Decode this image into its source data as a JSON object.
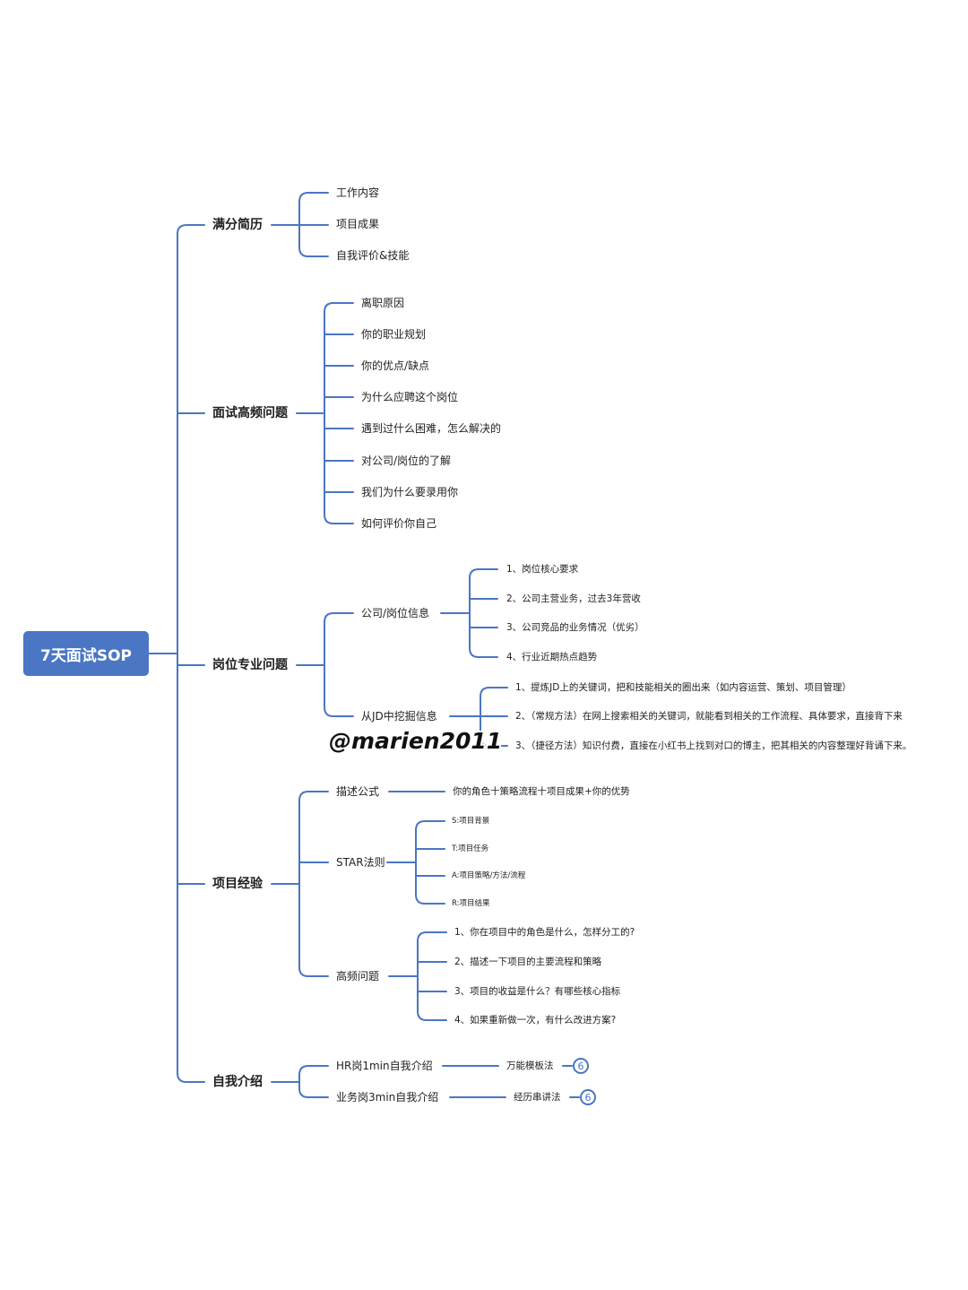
{
  "root": "7天面试SOP",
  "branches": {
    "resume": {
      "title": "满分简历",
      "items": [
        "工作内容",
        "项目成果",
        "自我评价&技能"
      ]
    },
    "faq": {
      "title": "面试高频问题",
      "items": [
        "离职原因",
        "你的职业规划",
        "你的优点/缺点",
        "为什么应聘这个岗位",
        "遇到过什么困难，怎么解决的",
        "对公司/岗位的了解",
        "我们为什么要录用你",
        "如何评价你自己"
      ]
    },
    "pro": {
      "title": "岗位专业问题",
      "company": {
        "title": "公司/岗位信息",
        "items": [
          "1、岗位核心要求",
          "2、公司主营业务，过去3年营收",
          "3、公司竞品的业务情况（优劣）",
          "4、行业近期热点趋势"
        ]
      },
      "jd": {
        "title": "从JD中挖掘信息",
        "items": [
          "1、提炼JD上的关键词，把和技能相关的圈出来（如内容运营、策划、项目管理）",
          "2、（常规方法）在网上搜索相关的关键词，就能看到相关的工作流程、具体要求，直接背下来",
          "3、（捷径方法）知识付费，直接在小红书上找到对口的博主，把其相关的内容整理好背诵下来。"
        ]
      }
    },
    "project": {
      "title": "项目经验",
      "formula": {
        "title": "描述公式",
        "item": "你的角色十策略流程十项目成果+你的优势"
      },
      "star": {
        "title": "STAR法则",
        "items": [
          "S:项目背景",
          "T:项目任务",
          "A:项目策略/方法/流程",
          "R:项目结果"
        ]
      },
      "hf": {
        "title": "高频问题",
        "items": [
          "1、你在项目中的角色是什么，怎样分工的?",
          "2、描述一下项目的主要流程和策略",
          "3、项目的收益是什么？有哪些核心指标",
          "4、如果重新做一次，有什么改进方案?"
        ]
      }
    },
    "intro": {
      "title": "自我介绍",
      "hr": {
        "title": "HR岗1min自我介绍",
        "item": "万能模板法",
        "badge": "6"
      },
      "biz": {
        "title": "业务岗3min自我介绍",
        "item": "经历串讲法",
        "badge": "6"
      }
    }
  },
  "watermark": "@marien2011",
  "colors": {
    "accent": "#4a76c4"
  }
}
